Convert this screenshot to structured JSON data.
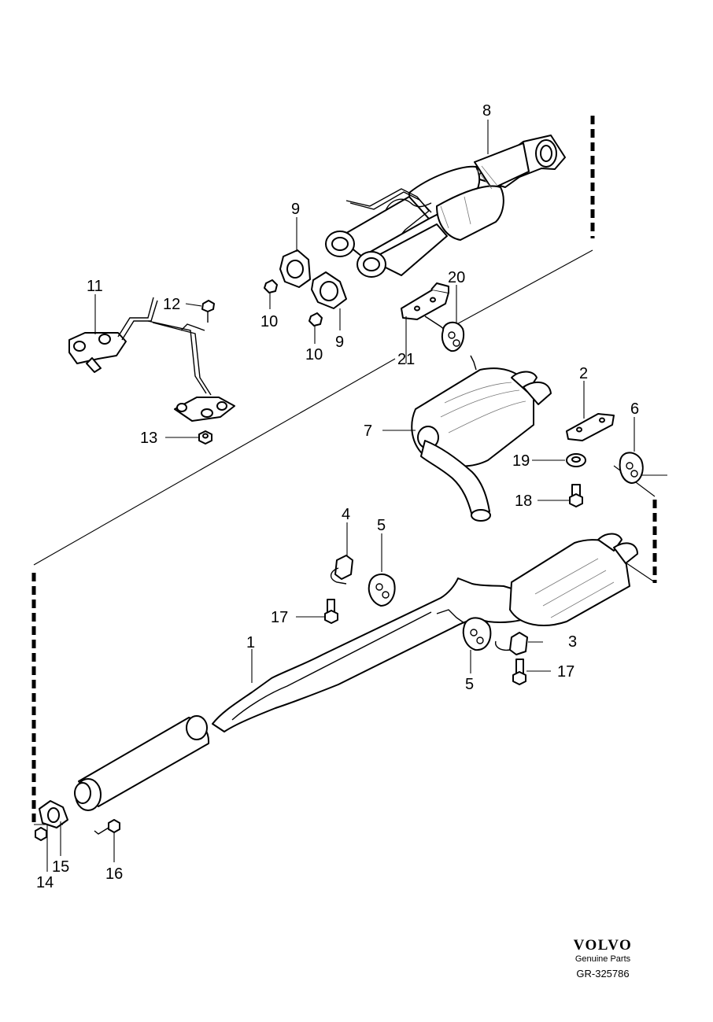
{
  "callouts": [
    "1",
    "2",
    "3",
    "4",
    "5",
    "5",
    "6",
    "7",
    "8",
    "9",
    "9",
    "10",
    "10",
    "11",
    "12",
    "13",
    "14",
    "15",
    "16",
    "17",
    "17",
    "18",
    "19",
    "20",
    "21"
  ],
  "brand": {
    "logo": "VOLVO",
    "tagline": "Genuine Parts",
    "reference": "GR-325786"
  }
}
